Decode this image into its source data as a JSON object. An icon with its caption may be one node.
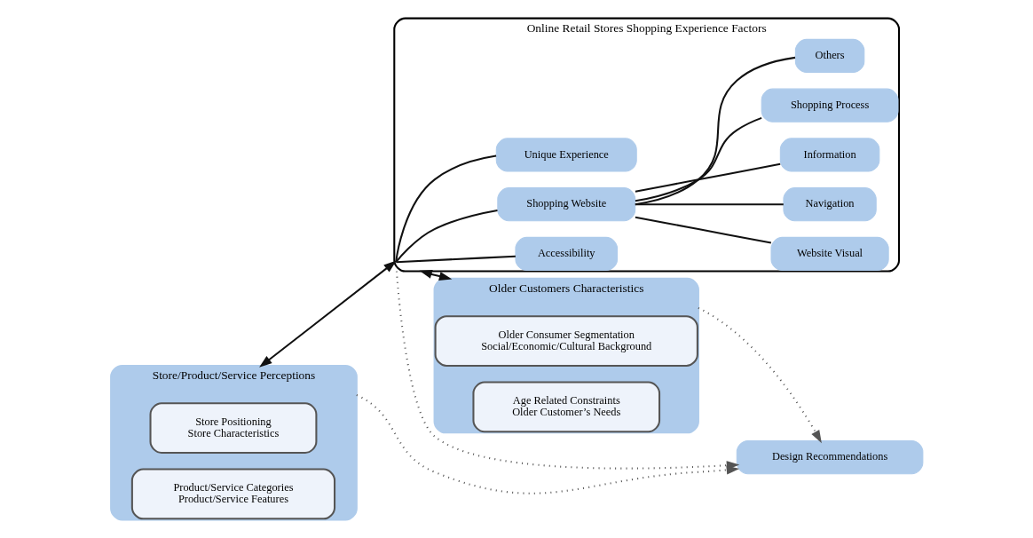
{
  "diagram": {
    "nodes": [
      {
        "text": [
          "Store/Product/Service Perceptions"
        ]
      },
      {
        "text": [
          "Store Positioning",
          "Store Characteristics"
        ],
        "in": 0
      },
      {
        "text": [
          "Product/Service Categories",
          "Product/Service Features"
        ],
        "in": 0
      },
      {
        "text": [
          "Online Retail Stores Shopping Experience Factors"
        ]
      },
      {
        "text": [
          "Accessibility"
        ],
        "in": 3
      },
      {
        "text": [
          "Shopping Website"
        ],
        "in": 3
      },
      {
        "text": [
          "Website Visual"
        ],
        "in": 3
      },
      {
        "text": [
          "Navigation"
        ],
        "in": 3
      },
      {
        "text": [
          "Information"
        ],
        "in": 3
      },
      {
        "text": [
          "Shopping Process"
        ],
        "in": 3
      },
      {
        "text": [
          "Others"
        ],
        "in": 3
      },
      {
        "text": [
          "Unique Experience"
        ],
        "in": 3
      },
      {
        "text": [
          "Older Customers Characteristics"
        ]
      },
      {
        "text": [
          "Older Consumer Segmentation",
          "Social/Economic/Cultural Background"
        ],
        "in": 12
      },
      {
        "text": [
          "Age Related Constraints",
          "Older Customer’s Needs"
        ],
        "in": 12
      },
      {
        "text": [
          "Design Recommendations"
        ]
      }
    ],
    "edges": [
      {
        "from": 0,
        "to": 3,
        "arrow": "both"
      },
      {
        "from": 3,
        "to": 12,
        "arrow": "both"
      },
      {
        "from": 3,
        "to": 4,
        "arrow": "none"
      },
      {
        "from": 3,
        "to": 5,
        "arrow": "none"
      },
      {
        "from": 3,
        "to": 11,
        "arrow": "none"
      },
      {
        "from": 5,
        "to": 6,
        "arrow": "none"
      },
      {
        "from": 5,
        "to": 7,
        "arrow": "none"
      },
      {
        "from": 5,
        "to": 8,
        "arrow": "none"
      },
      {
        "from": 5,
        "to": 9,
        "arrow": "none"
      },
      {
        "from": 5,
        "to": 10,
        "arrow": "none"
      },
      {
        "from": 0,
        "to": 15,
        "arrow": "to",
        "style": "dashed",
        "color": "#555555"
      },
      {
        "from": 3,
        "to": 15,
        "arrow": "to",
        "style": "dashed",
        "color": "#555555"
      },
      {
        "from": 12,
        "to": 15,
        "arrow": "to",
        "style": "dashed",
        "color": "#555555"
      }
    ]
  }
}
